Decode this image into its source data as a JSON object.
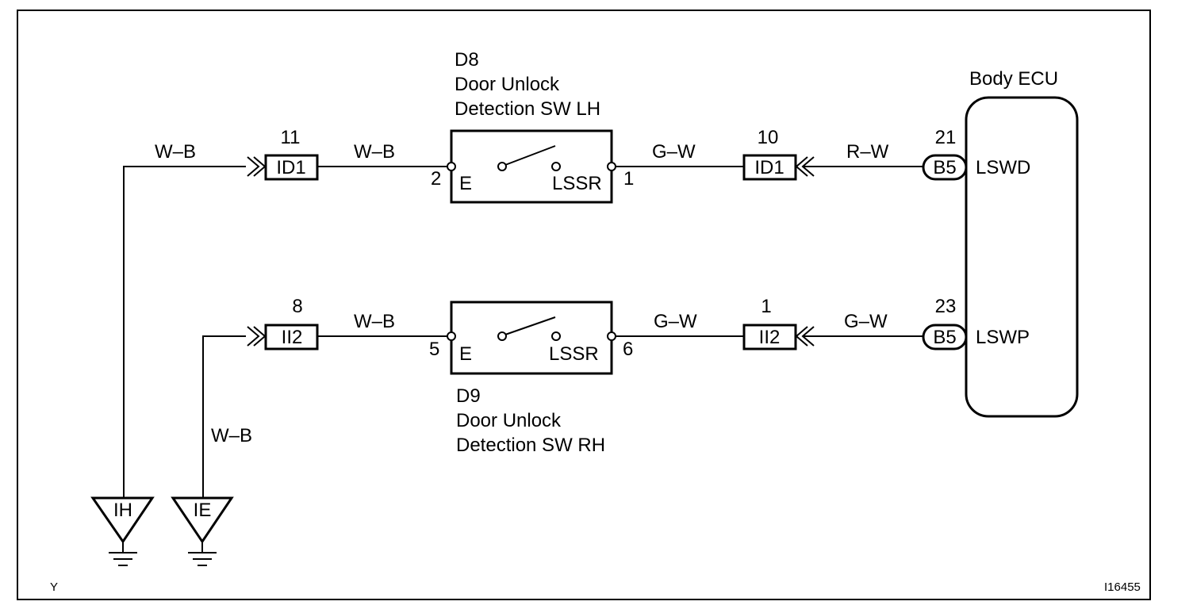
{
  "switch_lh": {
    "code": "D8",
    "name_line1": "Door Unlock",
    "name_line2": "Detection SW LH",
    "pin_left": "2",
    "pin_right": "1",
    "term_left": "E",
    "term_right": "LSSR"
  },
  "switch_rh": {
    "code": "D9",
    "name_line1": "Door Unlock",
    "name_line2": "Detection SW RH",
    "pin_left": "5",
    "pin_right": "6",
    "term_left": "E",
    "term_right": "LSSR"
  },
  "ecu": {
    "title": "Body ECU",
    "terminal_top": "LSWD",
    "terminal_bottom": "LSWP"
  },
  "connectors": {
    "id1_left": {
      "label": "ID1",
      "pin": "11"
    },
    "id1_right": {
      "label": "ID1",
      "pin": "10"
    },
    "ii2_left": {
      "label": "II2",
      "pin": "8"
    },
    "ii2_right": {
      "label": "II2",
      "pin": "1"
    },
    "b5_top": {
      "label": "B5",
      "pin": "21"
    },
    "b5_bottom": {
      "label": "B5",
      "pin": "23"
    }
  },
  "wires": {
    "ground_ih_wire": "W–B",
    "lh_input_wire": "W–B",
    "lh_output_wire": "G–W",
    "lh_ecu_wire": "R–W",
    "ground_ie_wire": "W–B",
    "rh_input_wire": "W–B",
    "rh_output_wire": "G–W",
    "rh_ecu_wire": "G–W"
  },
  "grounds": {
    "left": "IH",
    "right": "IE"
  },
  "footer": {
    "left_mark": "Y",
    "figure_id": "I16455"
  }
}
